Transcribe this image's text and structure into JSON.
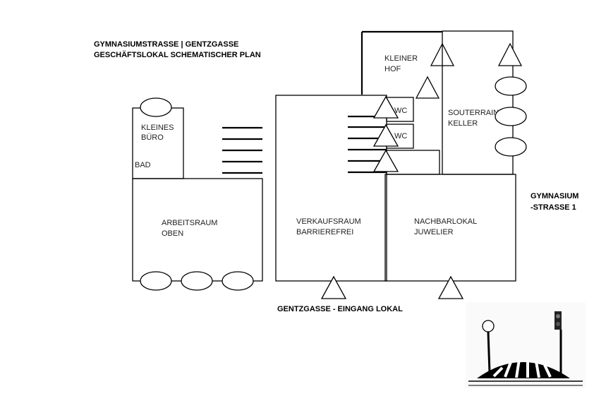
{
  "header": {
    "line1": "GYMNASIUMSTRASSE | GENTZGASSE",
    "line2": "GESCHÄFTSLOKAL SCHEMATISCHER PLAN"
  },
  "rooms": {
    "kleines_buero": [
      "KLEINES",
      "BÜRO"
    ],
    "bad": "BAD",
    "arbeitsraum": [
      "ARBEITSRAUM",
      "OBEN"
    ],
    "verkaufsraum": [
      "VERKAUFSRAUM",
      "BARRIEREFREI"
    ],
    "nachbarlokal": [
      "NACHBARLOKAL",
      "JUWELIER"
    ],
    "kleiner_hof": [
      "KLEINER",
      "HOF"
    ],
    "souterrain": [
      "SOUTERRAIN-",
      "KELLER"
    ],
    "wc1": "WC",
    "wc2": "WC"
  },
  "streets": {
    "gymnasium": [
      "GYMNASIUM",
      "-STRASSE 1"
    ],
    "gentzgasse_entrance": "GENTZGASSE - EINGANG LOKAL"
  }
}
